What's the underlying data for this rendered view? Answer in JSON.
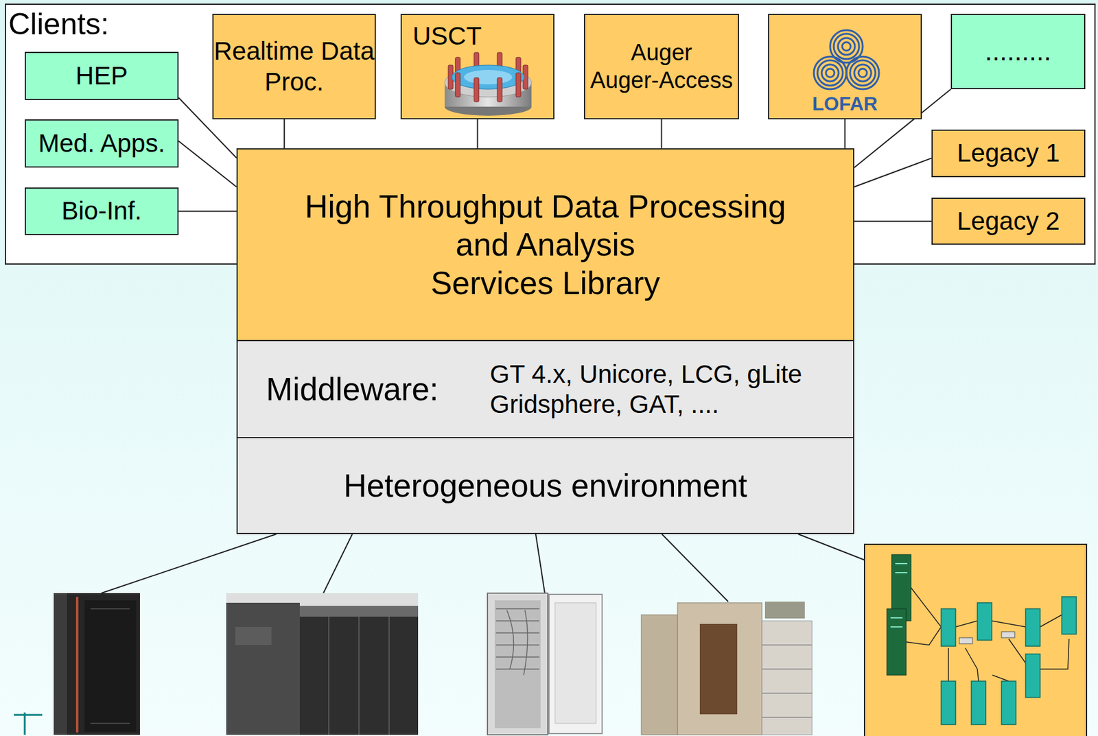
{
  "diagram": {
    "nodes": [
      {
        "text": [
          "Clients:"
        ]
      },
      {
        "text": [
          "Realtime Data Proc."
        ],
        "in": 0
      },
      {
        "text": [
          "USCT"
        ],
        "in": 0
      },
      {
        "text": [
          "Auger",
          "Auger-Access"
        ],
        "in": 0
      },
      {
        "text": [
          "LOFAR"
        ],
        "in": 0
      },
      {
        "text": [
          "........."
        ],
        "in": 0
      },
      {
        "text": [
          "HEP"
        ],
        "in": 0
      },
      {
        "text": [
          "Med. Apps."
        ],
        "in": 0
      },
      {
        "text": [
          "Bio-Inf."
        ],
        "in": 0
      },
      {
        "text": [
          "Legacy 1"
        ],
        "in": 0
      },
      {
        "text": [
          "Legacy 2"
        ],
        "in": 0
      },
      {
        "text": [
          "High Throughput Data Processing and Analysis",
          "Services Library"
        ]
      },
      {
        "text": [
          "Middleware:",
          "GT 4.x, Unicore, LCG, gLite Gridsphere, GAT, ...."
        ]
      },
      {
        "text": [
          "Heterogeneous environment"
        ]
      }
    ],
    "edges": [
      {
        "from": 6,
        "to": 11,
        "arrow": "none"
      },
      {
        "from": 7,
        "to": 11,
        "arrow": "none"
      },
      {
        "from": 8,
        "to": 11,
        "arrow": "none"
      },
      {
        "from": 1,
        "to": 11,
        "arrow": "none"
      },
      {
        "from": 2,
        "to": 11,
        "arrow": "none"
      },
      {
        "from": 3,
        "to": 11,
        "arrow": "none"
      },
      {
        "from": 4,
        "to": 11,
        "arrow": "none"
      },
      {
        "from": 5,
        "to": 11,
        "arrow": "none"
      },
      {
        "from": 9,
        "to": 11,
        "arrow": "none"
      },
      {
        "from": 10,
        "to": 11,
        "arrow": "none"
      }
    ]
  }
}
